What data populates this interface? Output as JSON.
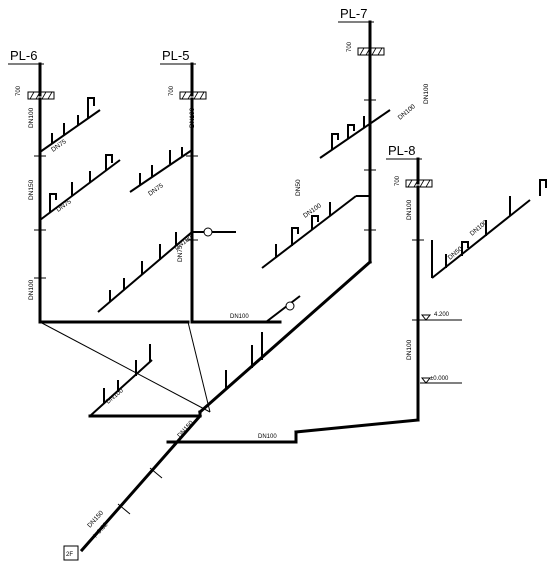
{
  "risers": [
    {
      "id": "pl6",
      "label": "PL-6"
    },
    {
      "id": "pl5",
      "label": "PL-5"
    },
    {
      "id": "pl7",
      "label": "PL-7"
    },
    {
      "id": "pl8",
      "label": "PL-8"
    }
  ],
  "elevations": {
    "level_1": "4.200",
    "ground": "±0.000"
  },
  "outlet": {
    "top": "DN150",
    "bottom": "i=0.02",
    "tag": "2F"
  },
  "pipe_labels": {
    "main_horizontal": "DN100",
    "riser_pl8": "DN100",
    "pl7_main": "DN100",
    "pl6_lower": "DN100",
    "main_diag_upper": "DN100",
    "main_diag_lower": "DN150",
    "pl6_main": "DN150",
    "branch_a": "DN50",
    "branch_b": "DN75",
    "branch_c": "DN100",
    "bottom_mid": "DN100"
  }
}
